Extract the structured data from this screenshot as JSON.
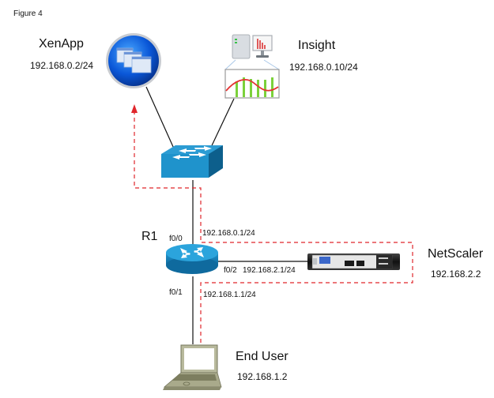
{
  "figure_label": "Figure 4",
  "nodes": {
    "xenapp": {
      "name": "XenApp",
      "ip": "192.168.0.2/24",
      "icon": "xenapp-icon"
    },
    "insight": {
      "name": "Insight",
      "ip": "192.168.0.10/24",
      "icon": "insight-server-icon"
    },
    "switch": {
      "icon": "switch-icon"
    },
    "router": {
      "name": "R1",
      "icon": "router-icon"
    },
    "netscaler": {
      "name": "NetScaler",
      "ip": "192.168.2.2",
      "icon": "netscaler-appliance-icon"
    },
    "end_user": {
      "name": "End User",
      "ip": "192.168.1.2",
      "icon": "laptop-icon"
    }
  },
  "interfaces": {
    "f0_0": {
      "label": "f0/0",
      "ip": "192.168.0.1/24"
    },
    "f0_1": {
      "label": "f0/1",
      "ip": "192.168.1.1/24"
    },
    "f0_2": {
      "label": "f0/2",
      "ip": "192.168.2.1/24"
    }
  },
  "colors": {
    "link": "#111111",
    "traffic_path": "#e0262b",
    "switch_blue": "#1f8fc4",
    "router_blue": "#1a93c8"
  }
}
